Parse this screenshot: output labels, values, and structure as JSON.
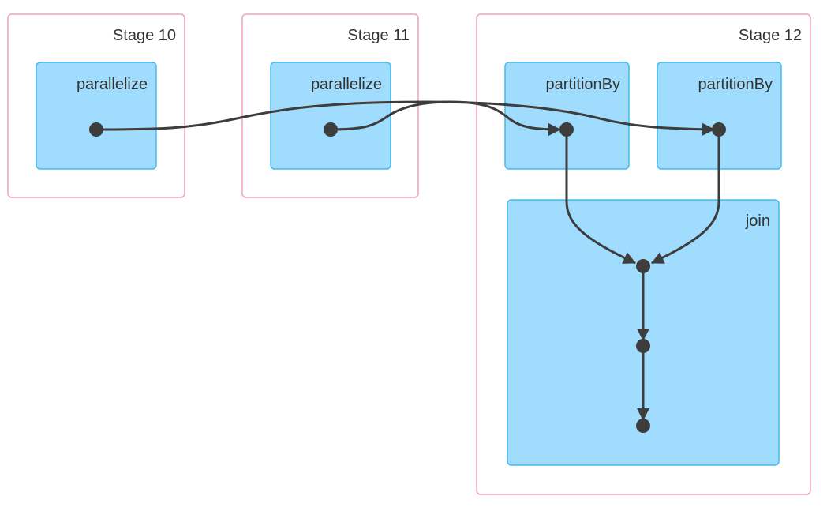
{
  "colors": {
    "stage_border": "#f0a0b8",
    "rdd_fill": "#a0dcfd",
    "rdd_border": "#44baeb",
    "edge": "#3d3d3d",
    "node": "#3d3d3d",
    "text": "#333333"
  },
  "stages": [
    {
      "label": "Stage 10",
      "rdds": [
        {
          "label": "parallelize"
        }
      ]
    },
    {
      "label": "Stage 11",
      "rdds": [
        {
          "label": "parallelize"
        }
      ]
    },
    {
      "label": "Stage 12",
      "rdds": [
        {
          "label": "partitionBy"
        },
        {
          "label": "partitionBy"
        },
        {
          "label": "join"
        }
      ]
    }
  ]
}
